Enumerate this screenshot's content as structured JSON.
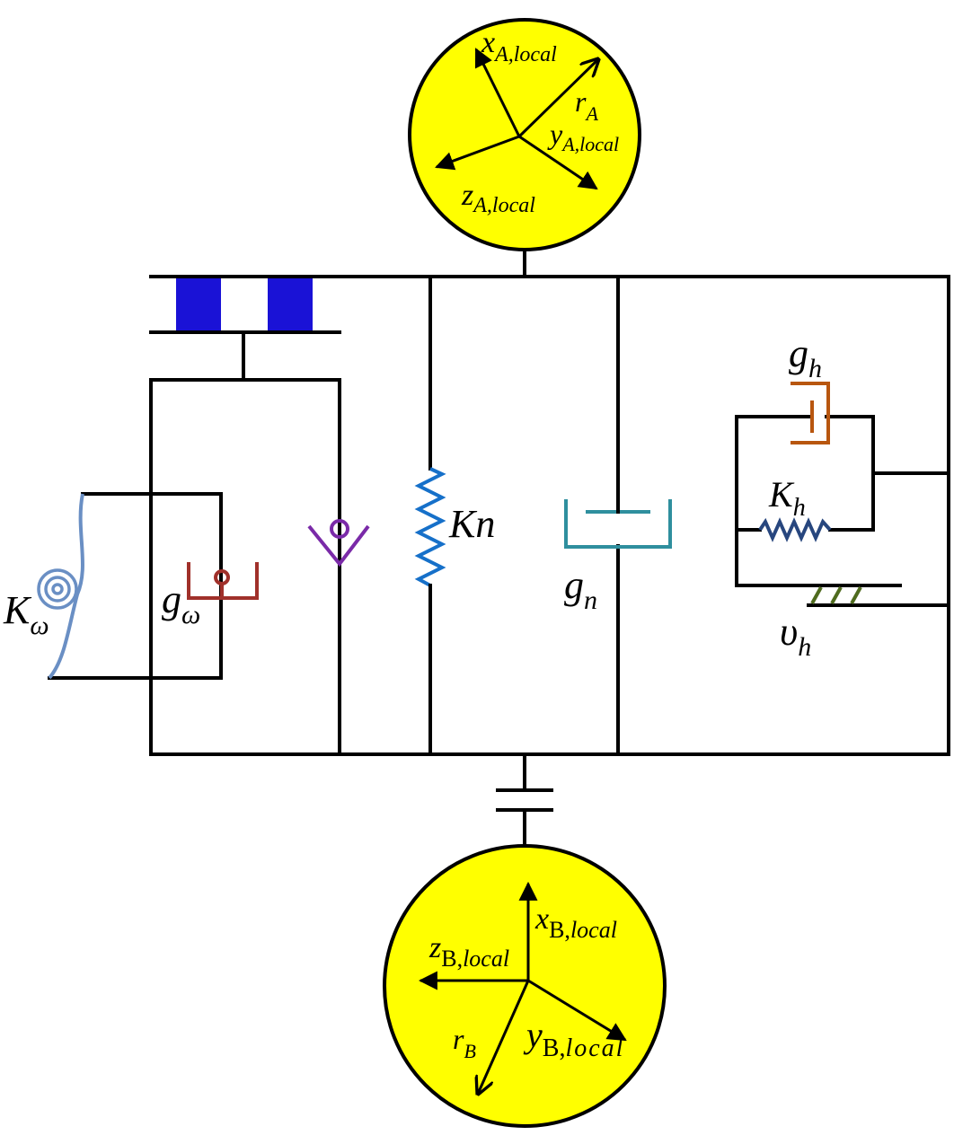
{
  "labels": {
    "k_omega": {
      "main": "K",
      "sub": "ω"
    },
    "g_omega": {
      "main": "g",
      "sub": "ω"
    },
    "kn": {
      "main": "Kn"
    },
    "g_n": {
      "main": "g",
      "sub": "n"
    },
    "g_h": {
      "main": "g",
      "sub": "h"
    },
    "k_h": {
      "main": "K",
      "sub": "h"
    },
    "upsilon_h": {
      "main": "υ",
      "sub": "h"
    }
  },
  "body_a": {
    "x_axis": {
      "main": "x",
      "sub": "A,local"
    },
    "y_axis": {
      "main": "y",
      "sub": "A,local"
    },
    "z_axis": {
      "main": "z",
      "sub": "A,local"
    },
    "r": {
      "main": "r",
      "sub": "A"
    }
  },
  "body_b": {
    "x_axis": {
      "main": "x",
      "sub_upright": "B,",
      "sub": "local"
    },
    "y_axis": {
      "main": "y",
      "sub_upright": "B,",
      "sub": "local"
    },
    "z_axis": {
      "main": "z",
      "sub_upright": "B,",
      "sub": "local"
    },
    "r": {
      "main": "r",
      "sub": "B"
    }
  },
  "colors": {
    "body_fill": "#ffff00",
    "bearing_block": "#1a12d6",
    "rotational_spring": "#6a8fc4",
    "g_omega_damper": "#a0302a",
    "purple_element": "#7a2aa8",
    "kn_spring": "#1670c9",
    "g_n_damper": "#2f8f9e",
    "g_h_damper": "#b8560f",
    "k_h_spring": "#27467e",
    "friction_hatch": "#4f6b1e"
  }
}
